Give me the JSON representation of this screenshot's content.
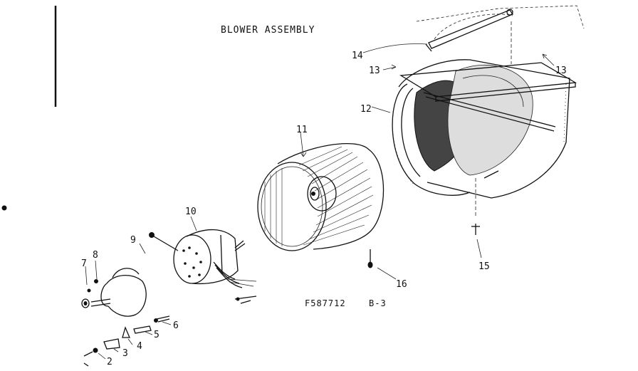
{
  "title": "BLOWER ASSEMBLY",
  "figure_code": "F587712",
  "page_ref": "B-3",
  "callouts": [
    {
      "id": "c14",
      "label": "14",
      "part": "housing-rod"
    },
    {
      "id": "c13a",
      "label": "13",
      "part": "screw"
    },
    {
      "id": "c13b",
      "label": "13",
      "part": "screw"
    },
    {
      "id": "c12",
      "label": "12",
      "part": "blower-housing"
    },
    {
      "id": "c11",
      "label": "11",
      "part": "blower-wheel"
    },
    {
      "id": "c10",
      "label": "10",
      "part": "motor"
    },
    {
      "id": "c9",
      "label": "9",
      "part": "bolt"
    },
    {
      "id": "c8",
      "label": "8",
      "part": "nut"
    },
    {
      "id": "c7",
      "label": "7",
      "part": "washer"
    },
    {
      "id": "c6",
      "label": "6",
      "part": "bolt"
    },
    {
      "id": "c5",
      "label": "5",
      "part": "grommet"
    },
    {
      "id": "c4",
      "label": "4",
      "part": "spacer"
    },
    {
      "id": "c3",
      "label": "3",
      "part": "clip"
    },
    {
      "id": "c2",
      "label": "2",
      "part": "screw"
    },
    {
      "id": "c15",
      "label": "15",
      "part": "screw"
    },
    {
      "id": "c16",
      "label": "16",
      "part": "set-screw"
    }
  ],
  "colors": {
    "ink": "#111111",
    "paper": "#ffffff"
  }
}
